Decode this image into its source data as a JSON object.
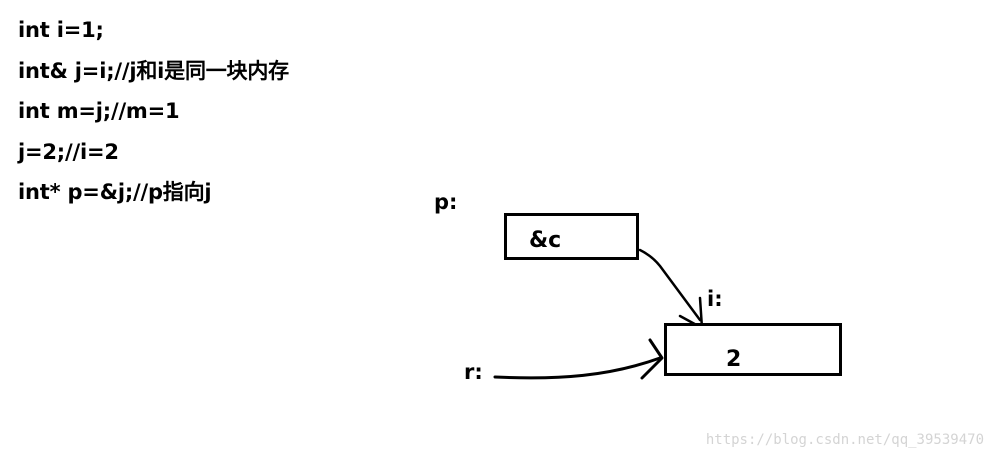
{
  "code": {
    "lines": [
      "int i=1;",
      "int& j=i;//j和i是同一块内存",
      "int m=j;//m=1",
      "j=2;//i=2",
      "int* p=&j;//p指向j"
    ]
  },
  "diagram": {
    "p_label": "p:",
    "p_box_value": "&c",
    "i_label": "i:",
    "i_box_value": "2",
    "r_label": "r:"
  },
  "watermark": "https://blog.csdn.net/qq_39539470"
}
